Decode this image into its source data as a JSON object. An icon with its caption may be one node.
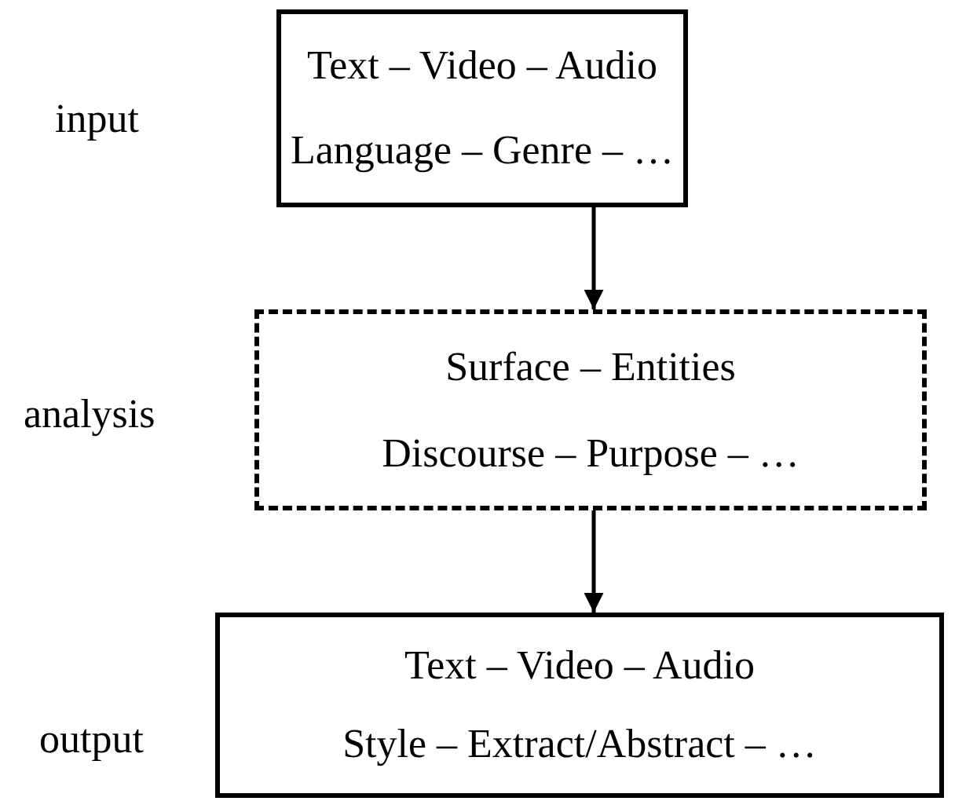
{
  "diagram": {
    "nodes": [
      {
        "text": [
          "Text – Video – Audio",
          "Language – Genre – …"
        ],
        "beside": [
          "input"
        ]
      },
      {
        "text": [
          "Surface – Entities",
          "Discourse – Purpose – …"
        ],
        "beside": [
          "analysis"
        ]
      },
      {
        "text": [
          "Text – Video – Audio",
          "Style – Extract/Abstract – …"
        ],
        "beside": [
          "output"
        ]
      }
    ],
    "edges": [
      {
        "from": 0,
        "to": 1,
        "arrow": "to"
      },
      {
        "from": 1,
        "to": 2,
        "arrow": "to"
      }
    ]
  }
}
